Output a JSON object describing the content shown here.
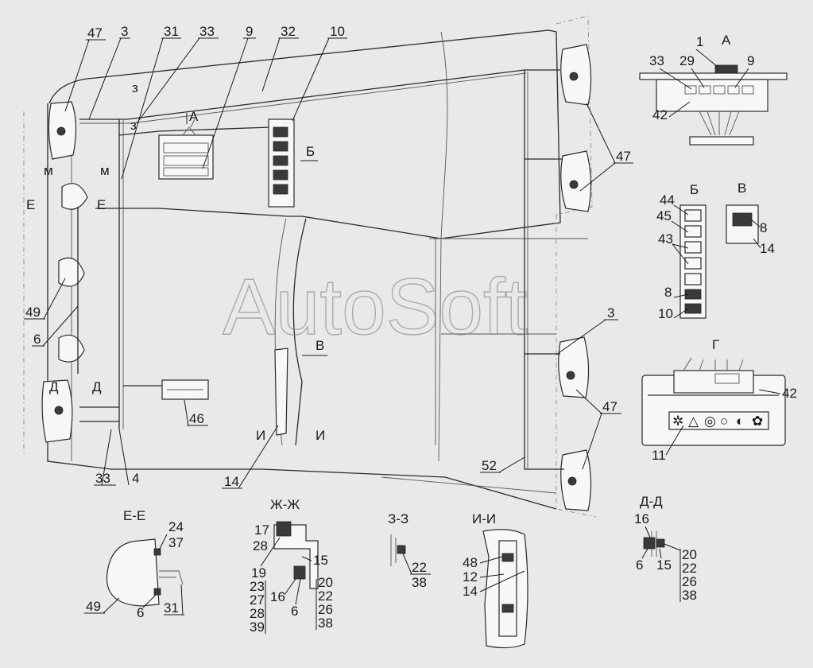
{
  "watermark": "AutoSoft",
  "section_marks": {
    "A_main": "А",
    "B_arrow": "Б",
    "V_arrow": "В",
    "E_left": "Е",
    "E_right": "Е",
    "M_left": "м",
    "M_right": "м",
    "Z_top": "з",
    "Z_low": "з",
    "D_left": "Д",
    "D_right": "Д",
    "I_left": "И",
    "I_right": "И"
  },
  "view_titles": {
    "A": "А",
    "B": "Б",
    "V": "В",
    "G": "Г",
    "EE": "Е-Е",
    "ZhZh": "Ж-Ж",
    "ZZ": "З-З",
    "II": "И-И",
    "DD": "Д-Д"
  },
  "callouts_top": [
    "47",
    "3",
    "31",
    "33",
    "9",
    "32",
    "10"
  ],
  "callouts_main": {
    "n47_right_top": "47",
    "n47_right_low": "47",
    "n49": "49",
    "n6": "6",
    "n46": "46",
    "n14": "14",
    "n33_bottom": "33",
    "n4": "4",
    "n3_right": "3",
    "n52": "52"
  },
  "view_A": [
    "1",
    "29",
    "9",
    "33",
    "42"
  ],
  "view_B": [
    "44",
    "45",
    "43",
    "8",
    "10"
  ],
  "view_V": [
    "8",
    "14"
  ],
  "view_G": [
    "42",
    "11"
  ],
  "view_G_icons": [
    "✲",
    "△",
    "◎",
    "○",
    "◐",
    "✿"
  ],
  "view_EE": [
    "24",
    "37",
    "49",
    "6",
    "31"
  ],
  "view_ZhZh": [
    "17",
    "28",
    "15",
    "19",
    "23",
    "27",
    "28",
    "39",
    "16",
    "6",
    "20",
    "22",
    "26",
    "38"
  ],
  "view_ZZ": [
    "22",
    "38"
  ],
  "view_II": [
    "48",
    "12",
    "14"
  ],
  "view_DD": [
    "16",
    "6",
    "15",
    "20",
    "22",
    "26",
    "38"
  ]
}
